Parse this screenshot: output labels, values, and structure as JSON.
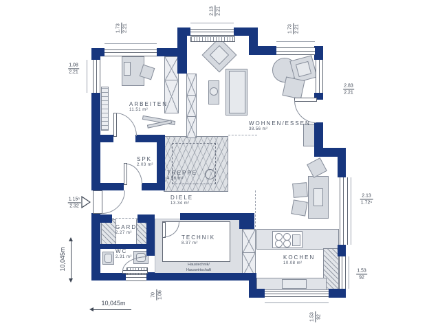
{
  "rooms": {
    "arbeiten": {
      "name": "ARBEITEN",
      "area": "11.51 m²"
    },
    "wohnen_essen": {
      "name": "WOHNEN/ESSEN",
      "area": "38.56 m²"
    },
    "spk": {
      "name": "SPK",
      "area": "2.03 m²"
    },
    "treppe": {
      "name": "TREPPE",
      "area": "4.56 m²"
    },
    "diele": {
      "name": "DIELE",
      "area": "13.34 m²"
    },
    "gard": {
      "name": "GARD.",
      "area": "2.27 m²"
    },
    "wc": {
      "name": "WC",
      "area": "2.31 m²"
    },
    "technik": {
      "name": "TECHNIK",
      "area": "8.37 m²",
      "note_line1": "Haustechnik/",
      "note_line2": "Hauswirtschaft"
    },
    "kochen": {
      "name": "KOCHEN",
      "area": "10.08 m²"
    }
  },
  "dims": {
    "top_left": {
      "num": "1.73",
      "den": "2.21"
    },
    "top_mid": {
      "num": "2.13",
      "den": "2.21"
    },
    "top_right": {
      "num": "1.73",
      "den": "2.21"
    },
    "left_upper": {
      "num": "1.08",
      "den": "2.21"
    },
    "entrance": {
      "num": "1.15⁵",
      "den": "2.32"
    },
    "right_upper": {
      "num": "2.83",
      "den": "2.21"
    },
    "right_mid": {
      "num": "2.13",
      "den": "1.72⁵"
    },
    "right_lower": {
      "num": "1.53",
      "den": "92"
    },
    "bottom_win": {
      "num": "70",
      "den": "1.06"
    },
    "bottom_right": {
      "num": "1.53",
      "den": "92"
    }
  },
  "overall": {
    "width": "10,045m",
    "height": "10,045m"
  },
  "colors": {
    "wall": "#17367e",
    "furniture_fill": "#d6dae0",
    "outline": "#868d9a"
  }
}
